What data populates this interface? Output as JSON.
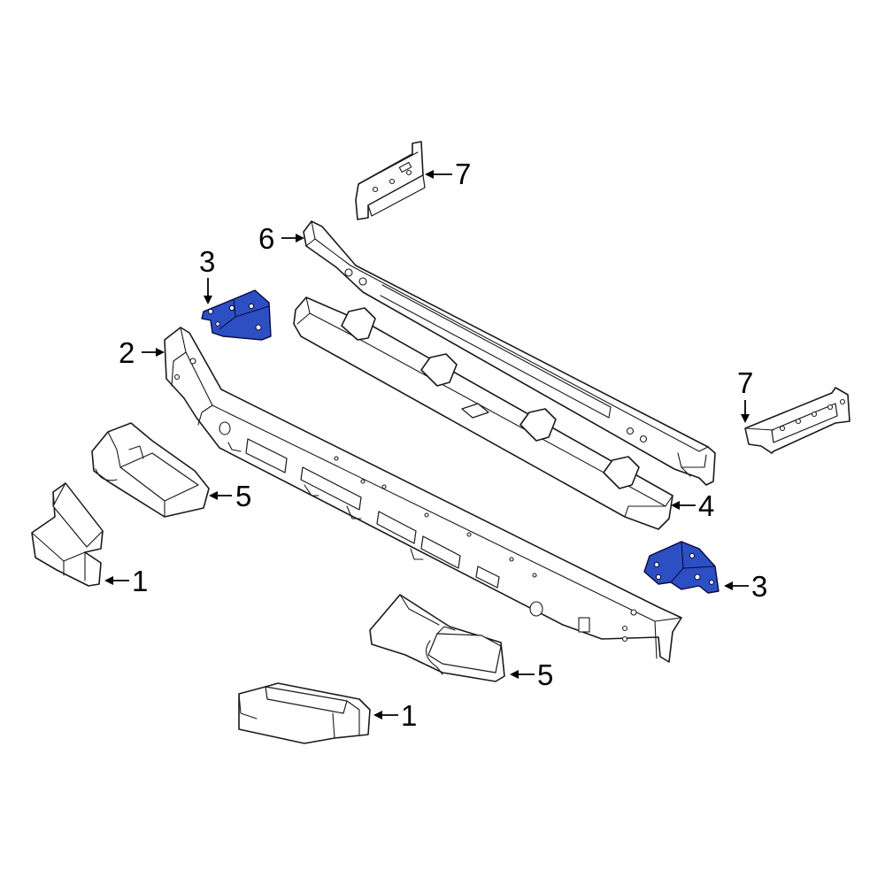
{
  "colors": {
    "line": "#1a1a1a",
    "fill": "#ffffff",
    "highlight": "#2d4fc4",
    "text": "#000000"
  },
  "callouts": {
    "c1_top": "1",
    "c1_bottom": "1",
    "c2": "2",
    "c3_top": "3",
    "c3_right": "3",
    "c4": "4",
    "c5_top": "5",
    "c5_bottom": "5",
    "c6": "6",
    "c7_top": "7",
    "c7_right": "7"
  }
}
